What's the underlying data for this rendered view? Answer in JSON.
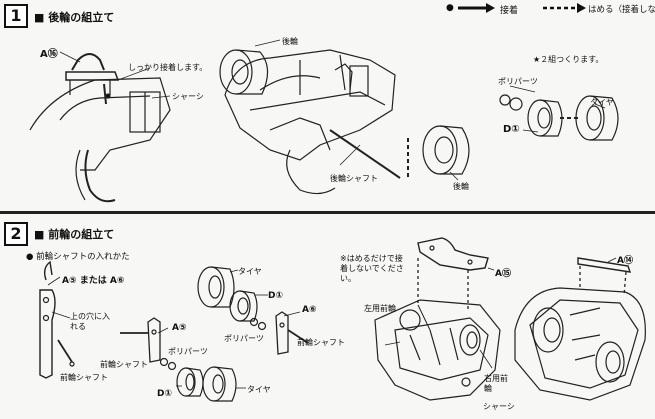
{
  "legend": {
    "glue": "接着",
    "fit": "はめる（接着しない）"
  },
  "step1": {
    "number": "1",
    "title": "■ 後輪の組立て",
    "labels": {
      "a16": "A⑯",
      "glue_firmly": "しっかり接着します。",
      "rear_wheel_top": "後輪",
      "chassis": "シャーシ",
      "make_two": "★２組つくります。",
      "poly_parts": "ポリパーツ",
      "tire": "タイヤ",
      "d1": "D①",
      "rear_shaft": "後輪シャフト",
      "rear_wheel": "後輪"
    }
  },
  "step2": {
    "number": "2",
    "title": "■ 前輪の組立て",
    "labels": {
      "shaft_how": "● 前輪シャフトの入れかた",
      "a5_or_a6": "A⑤ または A⑥",
      "upper_hole": "上の穴に入れる",
      "front_shaft_left": "前輪シャフト",
      "front_shaft_mid": "前輪シャフト",
      "a5": "A⑤",
      "poly_parts_a": "ポリパーツ",
      "d1_bottom": "D①",
      "tire_bottom": "タイヤ",
      "tire_top": "タイヤ",
      "d1_top": "D①",
      "poly_parts_b": "ポリパーツ",
      "a6": "A⑥",
      "front_shaft_right": "前輪シャフト",
      "fit_note": "※はめるだけで接着しないでください。",
      "a15": "A⑮",
      "left_front": "左用前輪",
      "right_front": "右用前輪",
      "chassis": "シャーシ",
      "a14": "A⑭"
    }
  }
}
